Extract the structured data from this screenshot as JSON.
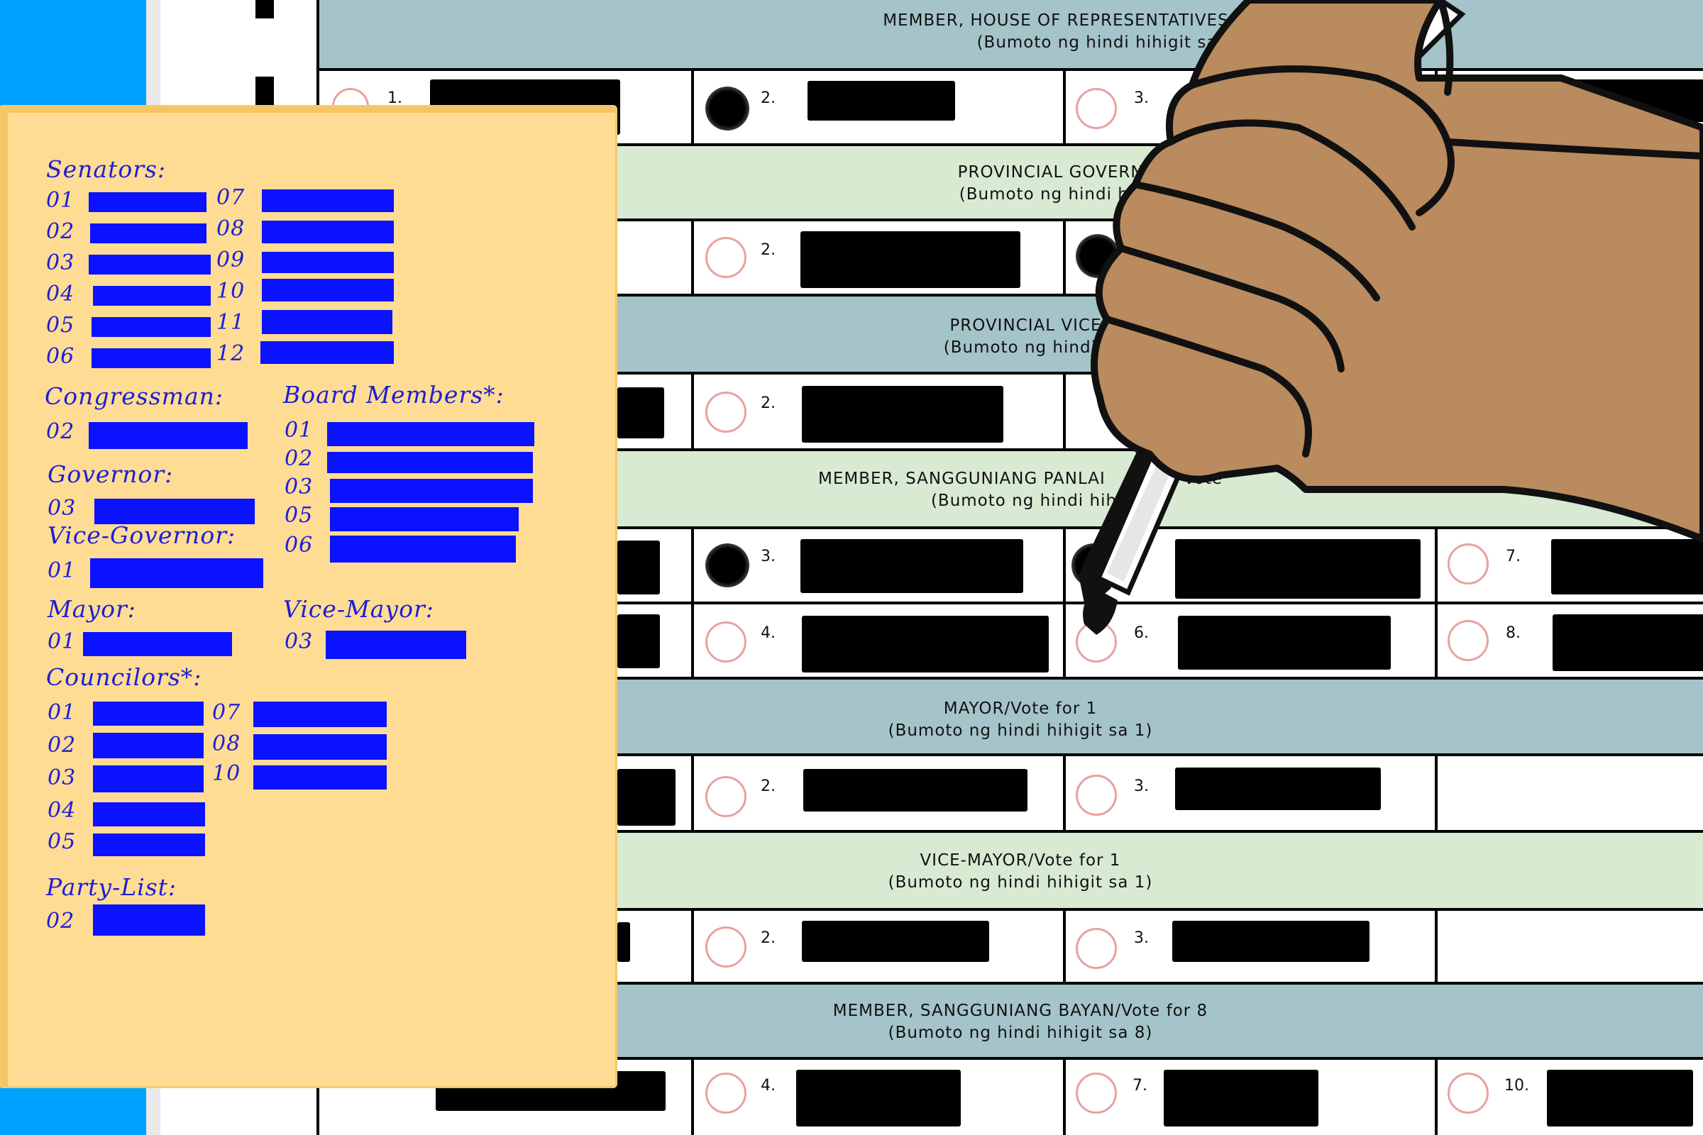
{
  "ballot": {
    "sections": [
      {
        "title": "MEMBER, HOUSE OF REPRESENTATIVES",
        "subtitle": "(Bumoto ng hindi hihigit sa 1"
      },
      {
        "title": "PROVINCIAL GOVERNOR/Vo",
        "subtitle": "(Bumoto ng hindi hihigit"
      },
      {
        "title": "PROVINCIAL VICE-GOVERN",
        "subtitle": "(Bumoto ng hindi hi"
      },
      {
        "title": "MEMBER, SANGGUNIANG PANLAI",
        "title_tail": "Vote",
        "subtitle": "(Bumoto ng hindi hih"
      },
      {
        "title": "MAYOR/Vote for 1",
        "subtitle": "(Bumoto ng hindi hihigit sa 1)"
      },
      {
        "title": "VICE-MAYOR/Vote for 1",
        "subtitle": "(Bumoto ng hindi hihigit sa 1)"
      },
      {
        "title": "MEMBER, SANGGUNIANG BAYAN/Vote for 8",
        "subtitle": "(Bumoto ng hindi hihigit sa 8)"
      }
    ],
    "numbers": {
      "r1": [
        "1.",
        "2.",
        "3."
      ],
      "r2": [
        "2."
      ],
      "r3": [
        "2."
      ],
      "r4a": [
        "3.",
        "7."
      ],
      "r4b": [
        "4.",
        "6.",
        "8."
      ],
      "r5": [
        "2.",
        "3."
      ],
      "r6": [
        "2.",
        "3."
      ],
      "r7": [
        "4.",
        "7.",
        "10."
      ]
    }
  },
  "note": {
    "senators_label": "Senators:",
    "senators_left": [
      "01",
      "02",
      "03",
      "04",
      "05",
      "06"
    ],
    "senators_right": [
      "07",
      "08",
      "09",
      "10",
      "11",
      "12"
    ],
    "congressman_label": "Congressman:",
    "congressman_num": "02",
    "board_label": "Board Members*:",
    "board_nums": [
      "01",
      "02",
      "03",
      "05",
      "06"
    ],
    "governor_label": "Governor:",
    "governor_num": "03",
    "vicegov_label": "Vice-Governor:",
    "vicegov_num": "01",
    "mayor_label": "Mayor:",
    "mayor_num": "01",
    "vicemayor_label": "Vice-Mayor:",
    "vicemayor_num": "03",
    "councilors_label": "Councilors*:",
    "councilors_left": [
      "01",
      "02",
      "03",
      "04",
      "05"
    ],
    "councilors_right": [
      "07",
      "08",
      "10"
    ],
    "partylist_label": "Party-List:",
    "partylist_num": "02"
  },
  "colors": {
    "ink": "#1d1dd9",
    "bars": "#0a12ff",
    "sticky_note": "#ffdc93",
    "header_blue": "#a4c4c9",
    "header_green": "#d9ead3",
    "skin": "#b98b5e"
  }
}
